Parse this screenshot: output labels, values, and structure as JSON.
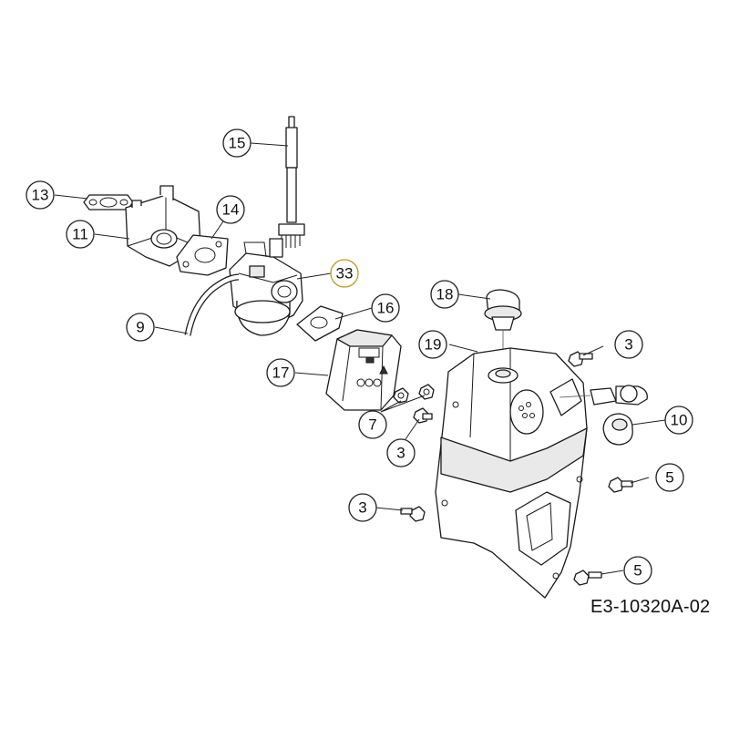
{
  "drawing_code": "E3-10320A-02",
  "highlight_color": "#f3e08a",
  "callouts": [
    {
      "id": "c15",
      "label": "15"
    },
    {
      "id": "c13",
      "label": "13"
    },
    {
      "id": "c14",
      "label": "14"
    },
    {
      "id": "c11",
      "label": "11"
    },
    {
      "id": "c33",
      "label": "33",
      "highlighted": true
    },
    {
      "id": "c9",
      "label": "9"
    },
    {
      "id": "c16",
      "label": "16"
    },
    {
      "id": "c18",
      "label": "18"
    },
    {
      "id": "c19",
      "label": "19"
    },
    {
      "id": "c3a",
      "label": "3"
    },
    {
      "id": "c17",
      "label": "17"
    },
    {
      "id": "c10",
      "label": "10"
    },
    {
      "id": "c7",
      "label": "7"
    },
    {
      "id": "c3b",
      "label": "3"
    },
    {
      "id": "c5a",
      "label": "5"
    },
    {
      "id": "c3c",
      "label": "3"
    },
    {
      "id": "c5b",
      "label": "5"
    }
  ]
}
